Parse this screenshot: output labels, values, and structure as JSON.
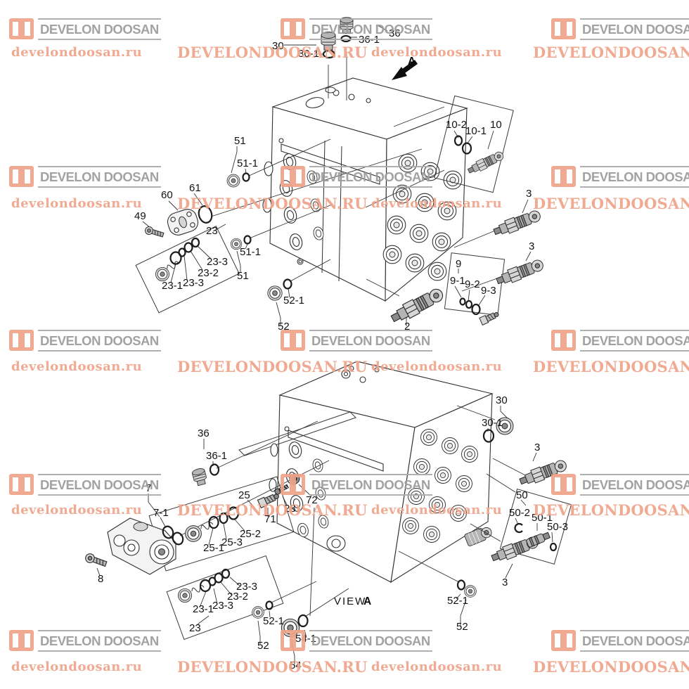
{
  "page": {
    "background": "#ffffff",
    "line_color": "#2f2f2f"
  },
  "wm": {
    "brand": "DEVELON DOOSAN",
    "url_lower": "develondoosan.ru",
    "url_upper": "DEVELONDOOSAN.RU",
    "orange": "#f0a48a",
    "gray": "#9c9c9c"
  },
  "upper": {
    "c30": "30",
    "c30_1": "30-1",
    "c36": "36",
    "c36_1": "36-1",
    "arrow": "A",
    "c10": "10",
    "c10_1": "10-1",
    "c10_2": "10-2",
    "c51_top": "51",
    "c51_1_top": "51-1",
    "c51_mid": "51",
    "c51_1_mid": "51-1",
    "c3_a": "3",
    "c3_b": "3",
    "c60": "60",
    "c61": "61",
    "c49": "49",
    "c23": "23",
    "c23_1": "23-1",
    "c23_2": "23-2",
    "c23_3_a": "23-3",
    "c23_3_b": "23-3",
    "c9": "9",
    "c9_1": "9-1",
    "c9_2": "9-2",
    "c9_3": "9-3",
    "c52": "52",
    "c52_1": "52-1",
    "c2": "2"
  },
  "lower": {
    "c30": "30",
    "c30_1": "30-1",
    "c3_a": "3",
    "c3_b": "3",
    "c36": "36",
    "c36_1": "36-1",
    "c7": "7",
    "c7_1": "7-1",
    "c8": "8",
    "c25": "25",
    "c25_1": "25-1",
    "c25_2": "25-2",
    "c25_3": "25-3",
    "c71": "71",
    "c72": "72",
    "c28": "28",
    "c50": "50",
    "c50_1": "50-1",
    "c50_2": "50-2",
    "c50_3": "50-3",
    "c23": "23",
    "c23_1": "23-1",
    "c23_2": "23-2",
    "c23_3_a": "23-3",
    "c23_3_b": "23-3",
    "c52_mid": "52",
    "c52_1_mid": "52-1",
    "c52_right": "52",
    "c52_1_right": "52-1",
    "c54": "54",
    "c54_1": "54-1",
    "view_prefix": "VIEW",
    "view_letter": "A"
  }
}
